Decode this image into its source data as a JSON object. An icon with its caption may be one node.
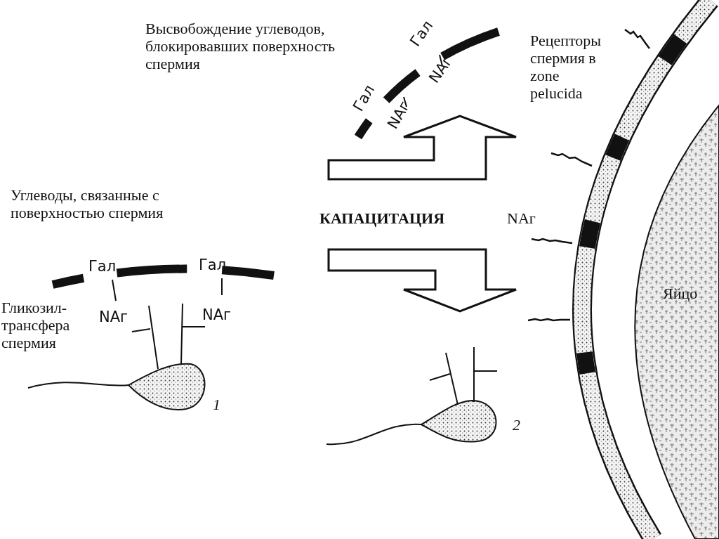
{
  "diagram": {
    "labels": [
      "Высвобождение углеводов, блокировавших поверхность спермия",
      "Рецепторы спермия в zone pelucida",
      "Гал",
      "NAг",
      "Гал",
      "NAг",
      "Углеводы, связанные с поверхностью спермия",
      "КАПАЦИТАЦИЯ",
      "NAг",
      "Гал",
      "Гал",
      "Яйцо",
      "Гликозил-трансфера спермия",
      "NAг",
      "NAг",
      "1",
      "2"
    ]
  }
}
